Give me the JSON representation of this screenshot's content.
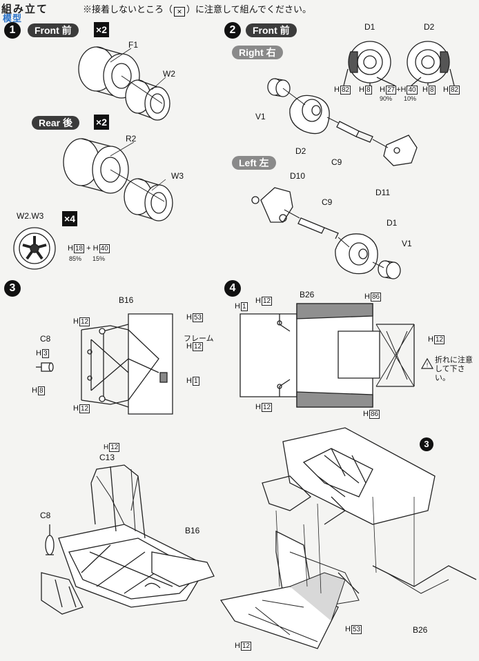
{
  "header": {
    "title": "組み立て",
    "watermark": "模型",
    "note_pre": "※接着しないところ（",
    "note_post": "）に注意して組んでください。"
  },
  "steps": [
    {
      "number": "1",
      "label": "Front 前",
      "multiplier": "×2"
    },
    {
      "number": "2",
      "label": "Front 前"
    },
    {
      "number": "3"
    },
    {
      "number": "4"
    }
  ],
  "step1": {
    "parts": {
      "f1": "F1",
      "w2": "W2",
      "r2": "R2",
      "w3": "W3"
    },
    "rear_label": "Rear 後",
    "rear_multiplier": "×2",
    "wheel_label": "W2.W3",
    "wheel_multiplier": "×4",
    "wheel_colors": {
      "h1": "H",
      "h1n": "18",
      "plus": "+",
      "h2": "H",
      "h2n": "40",
      "p1": "85%",
      "p2": "15%"
    }
  },
  "step2": {
    "right_label": "Right 右",
    "left_label": "Left 左",
    "parts": {
      "d1": "D1",
      "d2": "D2",
      "v1": "V1",
      "c9": "C9",
      "d10": "D10",
      "d11": "D11"
    },
    "disc_colors": {
      "h82": "82",
      "h8": "8",
      "h27": "27",
      "h40": "40",
      "pct1": "90%",
      "pct2": "10%"
    }
  },
  "step3": {
    "parts": {
      "b16": "B16",
      "c8": "C8",
      "c13": "C13"
    },
    "frame_label": "フレーム",
    "colors": {
      "h12": "12",
      "h53": "53",
      "h1": "1",
      "h3": "3",
      "h8": "8"
    }
  },
  "step4": {
    "parts": {
      "b26": "B26"
    },
    "warning": "折れに注意して下さい。",
    "colors": {
      "h1": "1",
      "h12": "12",
      "h86": "86",
      "h53": "53"
    }
  }
}
